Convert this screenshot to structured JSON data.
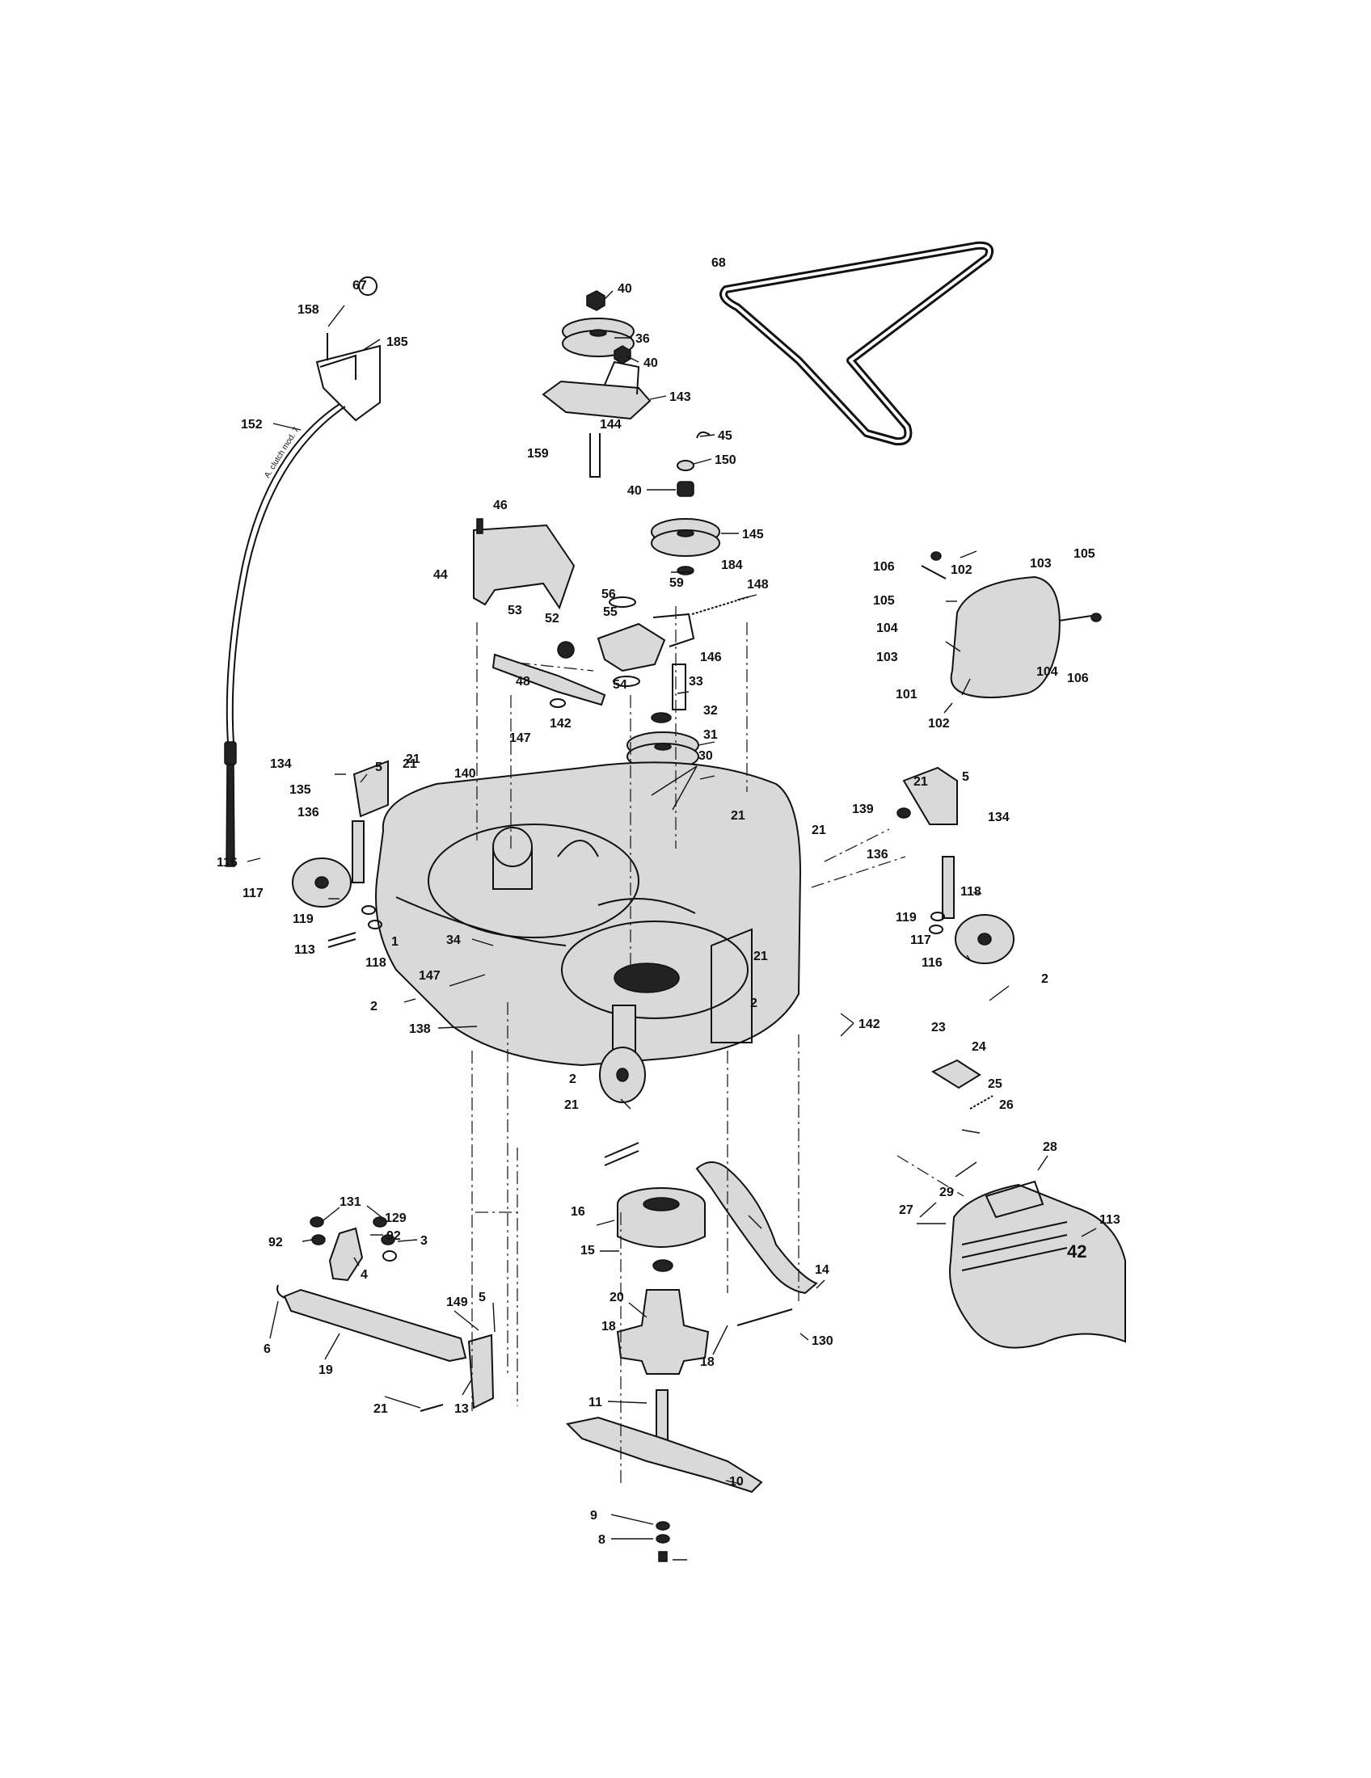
{
  "diagram": {
    "part_labels": [
      {
        "id": "p67",
        "text": "67"
      },
      {
        "id": "p158",
        "text": "158"
      },
      {
        "id": "p185",
        "text": "185"
      },
      {
        "id": "p152",
        "text": "152"
      },
      {
        "id": "p40a",
        "text": "40"
      },
      {
        "id": "p36",
        "text": "36"
      },
      {
        "id": "p40b",
        "text": "40"
      },
      {
        "id": "p143",
        "text": "143"
      },
      {
        "id": "p144",
        "text": "144"
      },
      {
        "id": "p159",
        "text": "159"
      },
      {
        "id": "p68",
        "text": "68"
      },
      {
        "id": "p45",
        "text": "45"
      },
      {
        "id": "p150",
        "text": "150"
      },
      {
        "id": "p40c",
        "text": "40"
      },
      {
        "id": "p145",
        "text": "145"
      },
      {
        "id": "p184",
        "text": "184"
      },
      {
        "id": "p46",
        "text": "46"
      },
      {
        "id": "p44",
        "text": "44"
      },
      {
        "id": "p56",
        "text": "56"
      },
      {
        "id": "p59",
        "text": "59"
      },
      {
        "id": "p148",
        "text": "148"
      },
      {
        "id": "p55",
        "text": "55"
      },
      {
        "id": "p53",
        "text": "53"
      },
      {
        "id": "p52",
        "text": "52"
      },
      {
        "id": "p146",
        "text": "146"
      },
      {
        "id": "p48",
        "text": "48"
      },
      {
        "id": "p54",
        "text": "54"
      },
      {
        "id": "p33",
        "text": "33"
      },
      {
        "id": "p32",
        "text": "32"
      },
      {
        "id": "p31",
        "text": "31"
      },
      {
        "id": "p30",
        "text": "30"
      },
      {
        "id": "p147a",
        "text": "147"
      },
      {
        "id": "p142a",
        "text": "142"
      },
      {
        "id": "p106a",
        "text": "106"
      },
      {
        "id": "p105a",
        "text": "105"
      },
      {
        "id": "p102a",
        "text": "102"
      },
      {
        "id": "p103a",
        "text": "103"
      },
      {
        "id": "p105b",
        "text": "105"
      },
      {
        "id": "p104a",
        "text": "104"
      },
      {
        "id": "p103b",
        "text": "103"
      },
      {
        "id": "p104b",
        "text": "104"
      },
      {
        "id": "p106b",
        "text": "106"
      },
      {
        "id": "p101",
        "text": "101"
      },
      {
        "id": "p102b",
        "text": "102"
      },
      {
        "id": "p134a",
        "text": "134"
      },
      {
        "id": "p5a",
        "text": "5"
      },
      {
        "id": "p21a",
        "text": "21"
      },
      {
        "id": "p140",
        "text": "140"
      },
      {
        "id": "p135",
        "text": "135"
      },
      {
        "id": "p136a",
        "text": "136"
      },
      {
        "id": "p116a",
        "text": "116"
      },
      {
        "id": "p117a",
        "text": "117"
      },
      {
        "id": "p119a",
        "text": "119"
      },
      {
        "id": "p113a",
        "text": "113"
      },
      {
        "id": "p118a",
        "text": "118"
      },
      {
        "id": "p34",
        "text": "34"
      },
      {
        "id": "p1",
        "text": "1"
      },
      {
        "id": "p147b",
        "text": "147"
      },
      {
        "id": "p2a",
        "text": "2"
      },
      {
        "id": "p21b",
        "text": "21"
      },
      {
        "id": "p21c",
        "text": "21"
      },
      {
        "id": "p21d",
        "text": "21"
      },
      {
        "id": "p5b",
        "text": "5"
      },
      {
        "id": "p139",
        "text": "139"
      },
      {
        "id": "p134b",
        "text": "134"
      },
      {
        "id": "p21e",
        "text": "21"
      },
      {
        "id": "p136b",
        "text": "136"
      },
      {
        "id": "p118b",
        "text": "118"
      },
      {
        "id": "p119b",
        "text": "119"
      },
      {
        "id": "p117b",
        "text": "117"
      },
      {
        "id": "p116b",
        "text": "116"
      },
      {
        "id": "p2b",
        "text": "2"
      },
      {
        "id": "p21f",
        "text": "21"
      },
      {
        "id": "p2c",
        "text": "2"
      },
      {
        "id": "p142b",
        "text": "142"
      },
      {
        "id": "p138",
        "text": "138"
      },
      {
        "id": "p2d",
        "text": "2"
      },
      {
        "id": "p21g",
        "text": "21"
      },
      {
        "id": "p23",
        "text": "23"
      },
      {
        "id": "p24",
        "text": "24"
      },
      {
        "id": "p25",
        "text": "25"
      },
      {
        "id": "p26",
        "text": "26"
      },
      {
        "id": "p28",
        "text": "28"
      },
      {
        "id": "p29",
        "text": "29"
      },
      {
        "id": "p27",
        "text": "27"
      },
      {
        "id": "p113b",
        "text": "113"
      },
      {
        "id": "p16",
        "text": "16"
      },
      {
        "id": "p15",
        "text": "15"
      },
      {
        "id": "p20",
        "text": "20"
      },
      {
        "id": "p14",
        "text": "14"
      },
      {
        "id": "p18a",
        "text": "18"
      },
      {
        "id": "p18b",
        "text": "18"
      },
      {
        "id": "p130",
        "text": "130"
      },
      {
        "id": "p131",
        "text": "131"
      },
      {
        "id": "p129",
        "text": "129"
      },
      {
        "id": "p92a",
        "text": "92"
      },
      {
        "id": "p92b",
        "text": "92"
      },
      {
        "id": "p3",
        "text": "3"
      },
      {
        "id": "p4",
        "text": "4"
      },
      {
        "id": "p149",
        "text": "149"
      },
      {
        "id": "p5c",
        "text": "5"
      },
      {
        "id": "p6",
        "text": "6"
      },
      {
        "id": "p19",
        "text": "19"
      },
      {
        "id": "p21h",
        "text": "21"
      },
      {
        "id": "p13",
        "text": "13"
      },
      {
        "id": "p11",
        "text": "11"
      },
      {
        "id": "p10",
        "text": "10"
      },
      {
        "id": "p9",
        "text": "9"
      },
      {
        "id": "p8",
        "text": "8"
      }
    ],
    "cable_imprint": "A. clutch mod. 7",
    "shroud_badge": "42"
  }
}
